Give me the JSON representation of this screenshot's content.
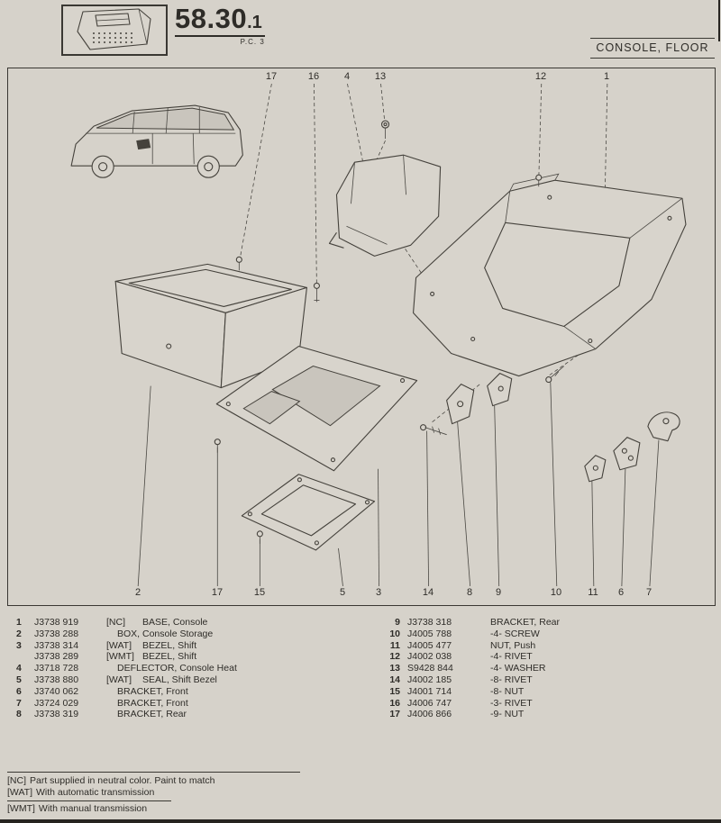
{
  "colors": {
    "paper": "#d6d2ca",
    "ink": "#2e2c28",
    "line": "#45423c"
  },
  "header": {
    "section_number": "58.30",
    "section_suffix": ".1",
    "page_code": "P.C. 3",
    "title": "CONSOLE, FLOOR"
  },
  "diagram": {
    "callouts_top": [
      "17",
      "16",
      "4",
      "13",
      "12",
      "1"
    ],
    "callouts_bottom": [
      "2",
      "17",
      "15",
      "5",
      "3",
      "14",
      "8",
      "9",
      "10",
      "11",
      "6",
      "7"
    ]
  },
  "parts_list": {
    "left": [
      {
        "ref": "1",
        "part_number": "J3738 919",
        "qualifier": "[NC]",
        "description": "BASE, Console"
      },
      {
        "ref": "2",
        "part_number": "J3738 288",
        "qualifier": "",
        "description": "BOX, Console Storage"
      },
      {
        "ref": "3",
        "part_number": "J3738 314",
        "qualifier": "[WAT]",
        "description": "BEZEL, Shift"
      },
      {
        "ref": "",
        "part_number": "J3738 289",
        "qualifier": "[WMT]",
        "description": "BEZEL, Shift"
      },
      {
        "ref": "4",
        "part_number": "J3718 728",
        "qualifier": "",
        "description": "DEFLECTOR, Console Heat"
      },
      {
        "ref": "5",
        "part_number": "J3738 880",
        "qualifier": "[WAT]",
        "description": "SEAL, Shift Bezel"
      },
      {
        "ref": "6",
        "part_number": "J3740 062",
        "qualifier": "",
        "description": "BRACKET, Front"
      },
      {
        "ref": "7",
        "part_number": "J3724 029",
        "qualifier": "",
        "description": "BRACKET, Front"
      },
      {
        "ref": "8",
        "part_number": "J3738 319",
        "qualifier": "",
        "description": "BRACKET, Rear"
      }
    ],
    "right": [
      {
        "ref": "9",
        "part_number": "J3738 318",
        "description": "BRACKET, Rear"
      },
      {
        "ref": "10",
        "part_number": "J4005 788",
        "description": "-4- SCREW"
      },
      {
        "ref": "11",
        "part_number": "J4005 477",
        "description": "NUT, Push"
      },
      {
        "ref": "12",
        "part_number": "J4002 038",
        "description": "-4- RIVET"
      },
      {
        "ref": "13",
        "part_number": "S9428 844",
        "description": "-4- WASHER"
      },
      {
        "ref": "14",
        "part_number": "J4002 185",
        "description": "-8- RIVET"
      },
      {
        "ref": "15",
        "part_number": "J4001 714",
        "description": "-8- NUT"
      },
      {
        "ref": "16",
        "part_number": "J4006 747",
        "description": "-3- RIVET"
      },
      {
        "ref": "17",
        "part_number": "J4006 866",
        "description": "-9- NUT"
      }
    ]
  },
  "notes": [
    {
      "tag": "[NC]",
      "text": "Part supplied in neutral color. Paint to match"
    },
    {
      "tag": "[WAT]",
      "text": "With automatic transmission"
    },
    {
      "tag": "[WMT]",
      "text": "With manual transmission"
    }
  ]
}
